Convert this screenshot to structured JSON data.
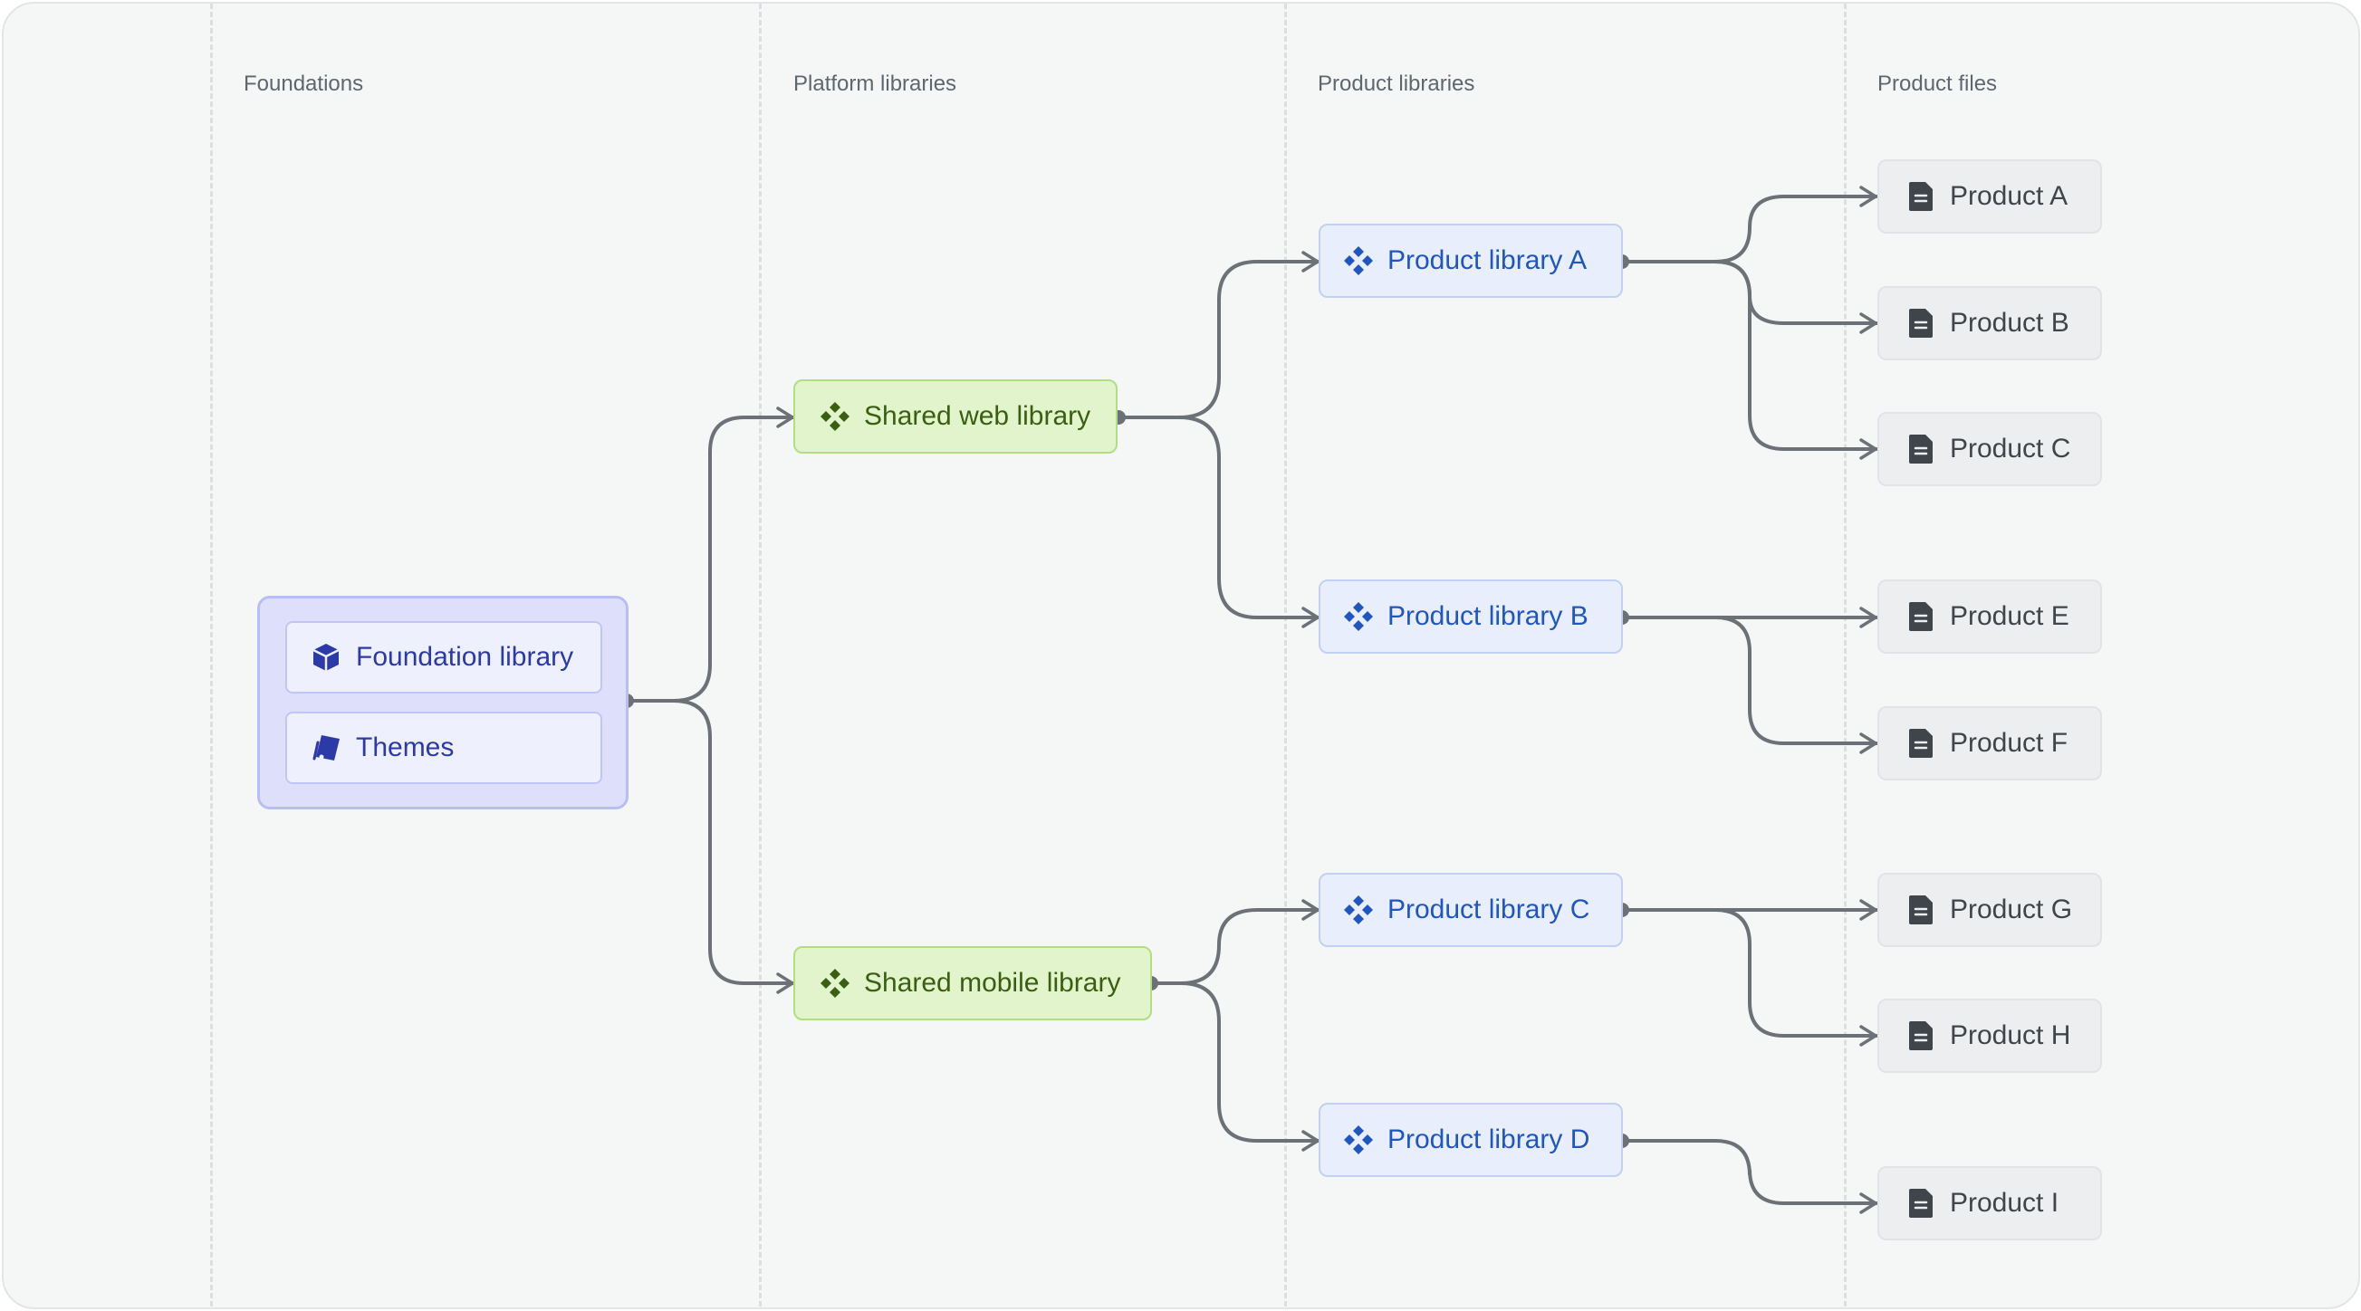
{
  "columns": {
    "foundations": "Foundations",
    "platform": "Platform libraries",
    "product_libs": "Product libraries",
    "product_files": "Product files"
  },
  "foundation_group": {
    "library": "Foundation library",
    "themes": "Themes"
  },
  "platform_libraries": {
    "web": "Shared web library",
    "mobile": "Shared mobile library"
  },
  "product_libraries": {
    "a": "Product library A",
    "b": "Product library B",
    "c": "Product library C",
    "d": "Product library D"
  },
  "product_files": {
    "a": "Product A",
    "b": "Product B",
    "c": "Product C",
    "e": "Product E",
    "f": "Product F",
    "g": "Product G",
    "h": "Product H",
    "i": "Product I"
  },
  "colors": {
    "connector": "#6b7177",
    "platform_fill": "#e2f4cc",
    "platform_text": "#3a5e12",
    "product_lib_fill": "#e8eefc",
    "product_lib_text": "#1f56c0",
    "foundation_fill": "#dee0fb",
    "foundation_text": "#2c3aa8",
    "file_fill": "#eceeef"
  },
  "icons": {
    "foundation": "cube-icon",
    "themes": "tag-icon",
    "component": "component-diamond-icon",
    "file": "document-icon"
  }
}
